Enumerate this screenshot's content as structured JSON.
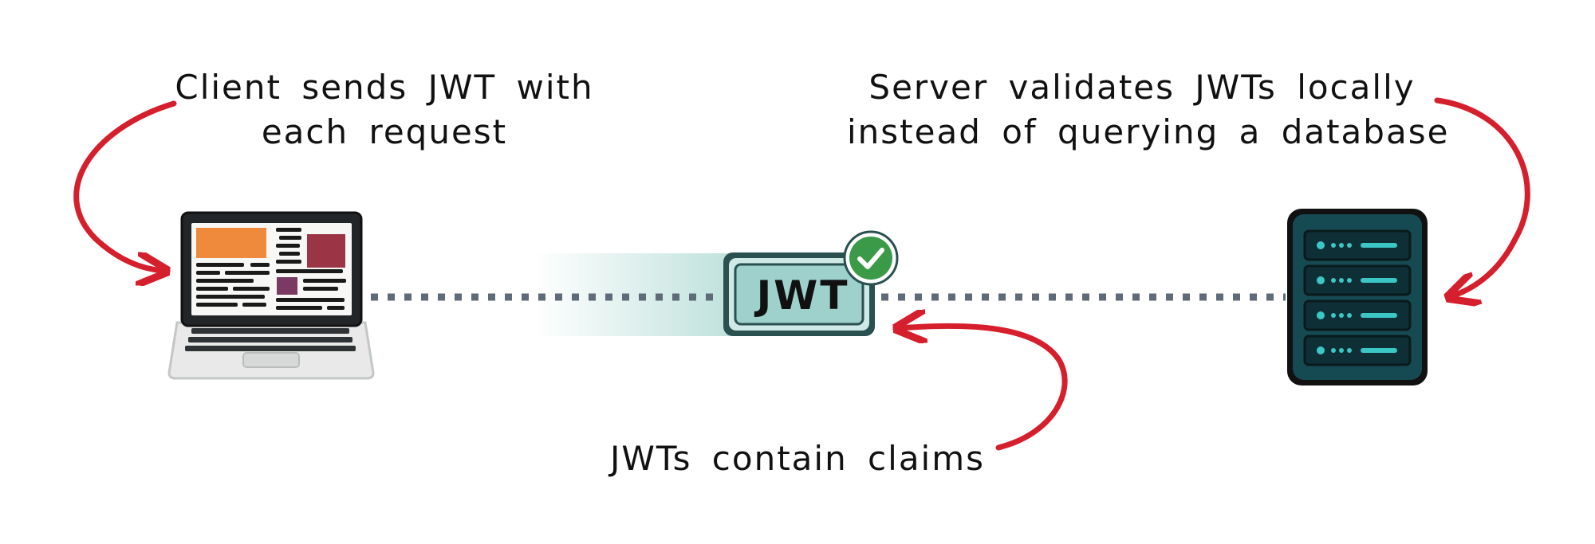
{
  "labels": {
    "client": [
      "Client sends JWT with",
      "each request"
    ],
    "server": [
      "Server validates JWTs locally",
      "instead of querying a database"
    ],
    "claims": "JWTs contain claims"
  },
  "token": {
    "text": "JWT"
  },
  "colors": {
    "arrow": "#d61f2c",
    "connector": "#5f6b78",
    "token_fill": "#9ed1cc",
    "token_border": "#2a5050",
    "check_fill": "#3a9a48",
    "server_body": "#164a52",
    "server_accent": "#3cc7c7",
    "laptop_orange": "#ef8a3c",
    "laptop_maroon": "#9b3445",
    "laptop_purple": "#7a3a63"
  },
  "icons": [
    "laptop-icon",
    "jwt-token-icon",
    "checkmark-badge-icon",
    "server-icon"
  ]
}
